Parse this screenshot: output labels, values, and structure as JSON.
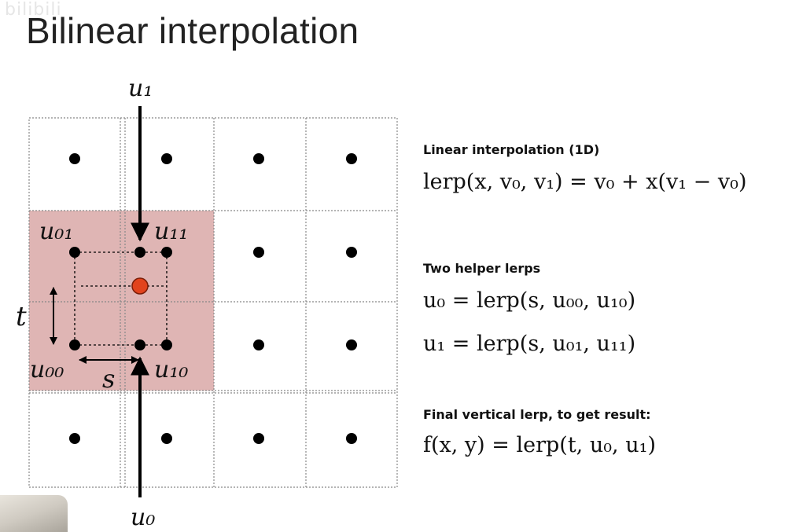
{
  "watermark": "bilibili",
  "title": "Bilinear interpolation",
  "diagram": {
    "grid": {
      "cols": 4,
      "rows": 4
    },
    "labels": {
      "u1": "u₁",
      "u0": "u₀",
      "u01": "u₀₁",
      "u11": "u₁₁",
      "u00": "u₀₀",
      "u10": "u₁₀",
      "s": "s",
      "t": "t"
    },
    "colors": {
      "highlight": "#d9a8a7",
      "sample_point": "#e2431d",
      "dot": "#000000",
      "grid_line": "#888888"
    }
  },
  "sections": [
    {
      "heading": "Linear interpolation (1D)",
      "formula": "lerp(x, v₀, v₁) = v₀ + x(v₁ − v₀)"
    },
    {
      "heading": "Two helper lerps",
      "formulas": [
        "u₀ = lerp(s, u₀₀, u₁₀)",
        "u₁ = lerp(s, u₀₁, u₁₁)"
      ]
    },
    {
      "heading": "Final vertical lerp, to get result:",
      "formula": "f(x, y) = lerp(t, u₀, u₁)"
    }
  ]
}
